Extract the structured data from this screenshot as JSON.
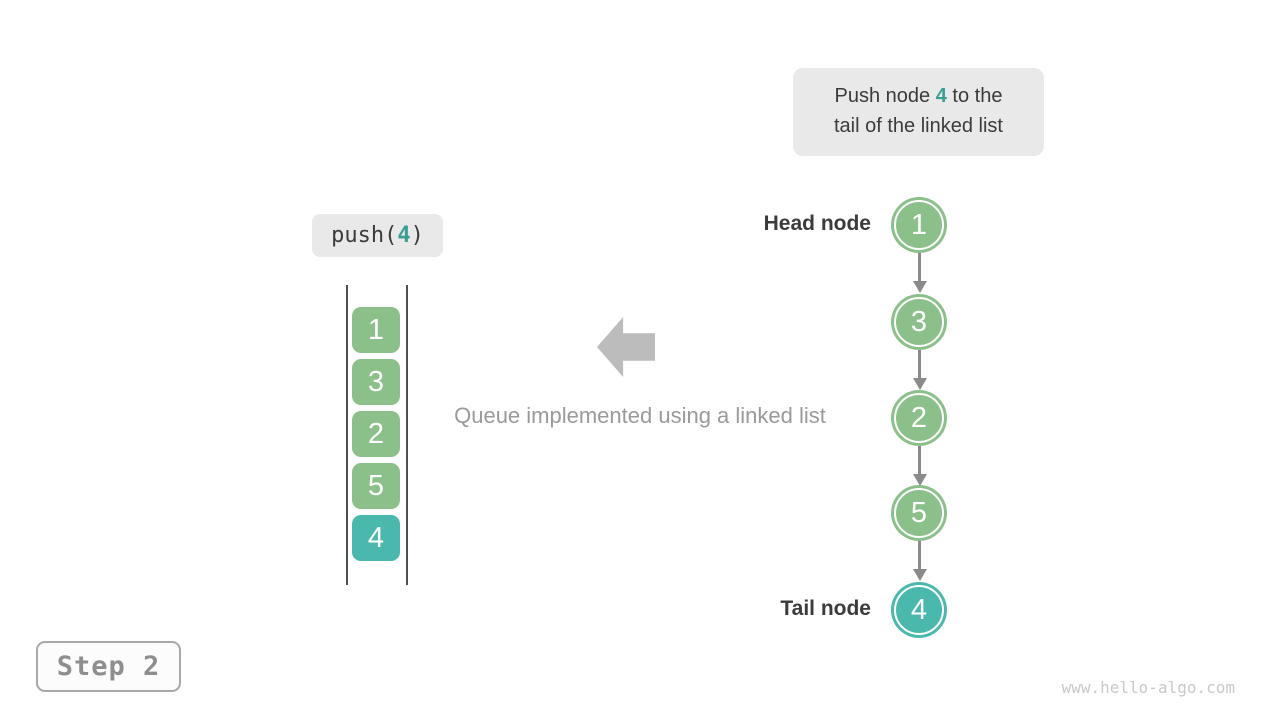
{
  "colors": {
    "green": "#8cc08a",
    "teal": "#4bb8ad",
    "teal-text": "#3a9e93",
    "dark-text": "#3b3b3b",
    "connector-gray": "#8a8a8a",
    "big-arrow-gray": "#bcbcbc",
    "caption-gray": "#9a9a9a",
    "bubble-bg": "#e9e9e9",
    "step-text": "#8e8e8e",
    "step-border": "#a8a8a8",
    "watermark-gray": "#c9c9c9",
    "rail-dark": "#4f4f4f"
  },
  "callout": {
    "line1_before": "Push node",
    "highlight": "4",
    "line1_after": "to the",
    "line2": "tail of the linked list"
  },
  "push_call": {
    "prefix": "push(",
    "arg": "4",
    "suffix": ")"
  },
  "queue": {
    "items": [
      {
        "value": "1",
        "color": "green"
      },
      {
        "value": "3",
        "color": "green"
      },
      {
        "value": "2",
        "color": "green"
      },
      {
        "value": "5",
        "color": "green"
      },
      {
        "value": "4",
        "color": "teal"
      }
    ]
  },
  "caption": "Queue implemented using a linked list",
  "linked_list": {
    "head_label": "Head node",
    "tail_label": "Tail node",
    "nodes": [
      {
        "value": "1",
        "color": "green"
      },
      {
        "value": "3",
        "color": "green"
      },
      {
        "value": "2",
        "color": "green"
      },
      {
        "value": "5",
        "color": "green"
      },
      {
        "value": "4",
        "color": "teal"
      }
    ]
  },
  "step_badge": "Step 2",
  "watermark": "www.hello-algo.com"
}
